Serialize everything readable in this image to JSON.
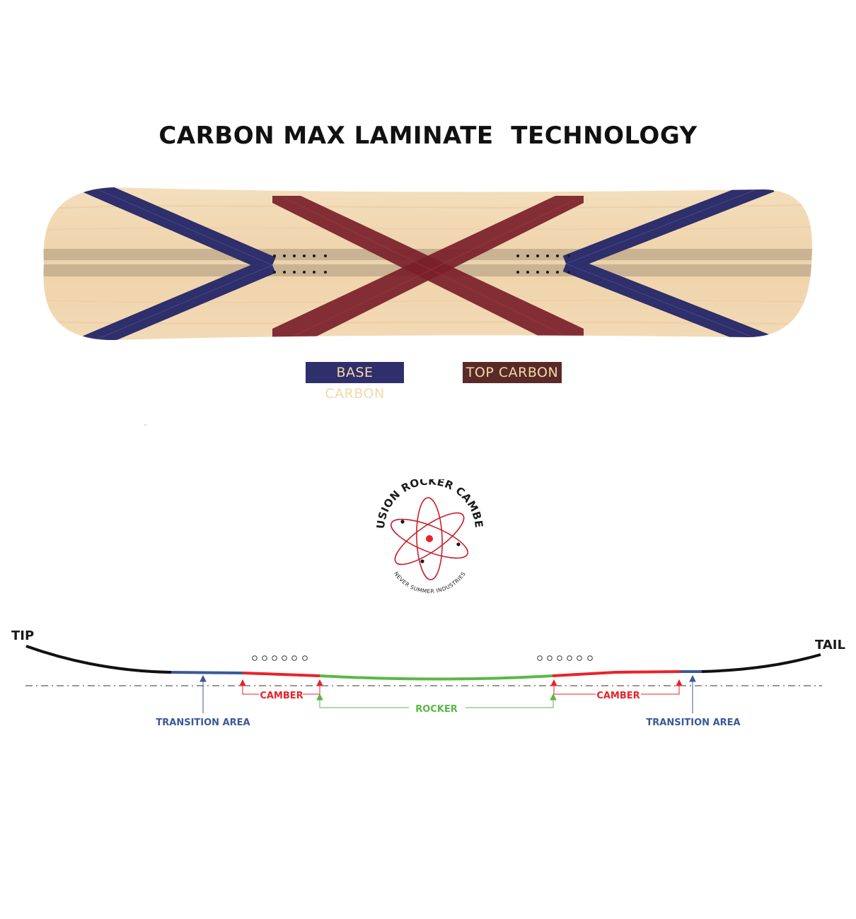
{
  "title": "CARBON MAX LAMINATE  TECHNOLOGY",
  "legend": {
    "base_carbon": "BASE CARBON",
    "top_carbon": "TOP CARBON"
  },
  "logo": {
    "arc_text": "FUSION ROCKER CAMBER",
    "sub_text": "NEVER SUMMER INDUSTRIES"
  },
  "profile": {
    "tip": "TIP",
    "tail": "TAIL",
    "transition_left": "TRANSITION AREA",
    "transition_right": "TRANSITION AREA",
    "camber_left": "CAMBER",
    "camber_right": "CAMBER",
    "rocker": "ROCKER"
  },
  "colors": {
    "base_carbon": "#2e2f6b",
    "top_carbon": "#7a1f2a",
    "legend_base_bg": "#2e2f6b",
    "legend_top_bg": "#5a2a28",
    "legend_text": "#f2d9a8",
    "wood": "#f0d7b2",
    "transition": "#3b5998",
    "camber": "#e8232a",
    "rocker": "#5ab847",
    "profile_line": "#111111"
  },
  "icons": [
    "atom-icon",
    "insert-holes-icon"
  ]
}
